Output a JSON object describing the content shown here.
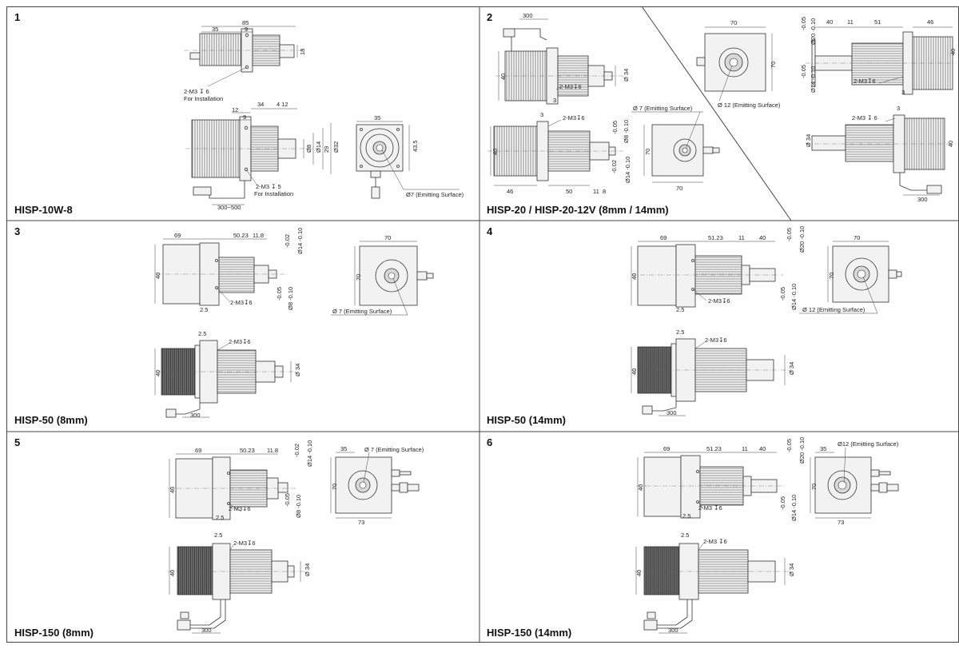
{
  "sheet": {
    "panels": [
      {
        "number": "1",
        "title": "HISP-10W-8"
      },
      {
        "number": "2",
        "title": "HISP-20 / HISP-20-12V  (8mm / 14mm)"
      },
      {
        "number": "3",
        "title": "HISP-50  (8mm)"
      },
      {
        "number": "4",
        "title": "HISP-50  (14mm)"
      },
      {
        "number": "5",
        "title": "HISP-150  (8mm)"
      },
      {
        "number": "6",
        "title": "HISP-150 (14mm)"
      }
    ]
  },
  "labels": {
    "p1": {
      "d85": "85",
      "d35": "35",
      "d9": "9",
      "d18": "18",
      "m3_6": "2-M3 ↧ 6",
      "for_inst": "For Installation",
      "d12": "12",
      "d9b": "9",
      "d34": "34",
      "d4_12": "4 12",
      "d8": "Ø8",
      "d14": "Ø14",
      "d29": "29",
      "d32": "Ø32",
      "m3_5": "2-M3 ↧ 5",
      "for_inst2": "For Installation",
      "cable": "300~500",
      "f35": "35",
      "f43_5": "43.5",
      "emit": "Ø7 (Emitting Surface)"
    },
    "p2": {
      "d300": "300",
      "d40": "40",
      "m3": "2-M3↧6",
      "d34": "Ø 34",
      "d3": "3",
      "b3": "3",
      "bm3": "2-M3↧6",
      "b40": "40",
      "b46": "46",
      "b50": "50",
      "b11": "11",
      "b8": "8",
      "t005": "-0.05",
      "d8": "Ø8 -0.10",
      "t002": "-0.02",
      "d14": "Ø14 -0.10",
      "emit7": "Ø 7 (Emitting Surface)",
      "f70a": "70",
      "f70b": "70",
      "rf70": "70",
      "rf70b": "70",
      "emit12": "Ø 12 (Emitting Surface)",
      "r40": "40",
      "r11": "11",
      "r51": "51",
      "r46": "46",
      "rt005": "-0.05",
      "rd20": "Ø20 -0.10",
      "rt005b": "-0.05",
      "rd14": "Ø14 -0.10",
      "r40b": "40",
      "rm3": "2-M3↧6",
      "r3": "3",
      "q3": "3",
      "qm3": "2-M3 ↧ 6",
      "q34": "Ø 34",
      "q40": "40",
      "q300": "300"
    },
    "p3": {
      "d69": "69",
      "d50": "50.23",
      "d11": "11.8",
      "t002": "-0.02",
      "d14": "Ø14 -0.10",
      "d40": "40",
      "m3": "2-M3↧6",
      "t005": "-0.05",
      "d8": "Ø8 -0.10",
      "d2_5": "2.5",
      "f70": "70",
      "f70b": "70",
      "emit": "Ø 7 (Emitting Surface)",
      "b2_5": "2.5",
      "bm3": "2-M3↧6",
      "b40": "40",
      "b34": "Ø 34",
      "b300": "300"
    },
    "p4": {
      "d69": "69",
      "d51": "51.23",
      "d11": "11",
      "d40w": "40",
      "t005": "-0.05",
      "d20": "Ø20 -0.10",
      "d40": "40",
      "m3": "2-M3↧6",
      "t005b": "-0.05",
      "d14": "Ø14 -0.10",
      "d2_5": "2.5",
      "f70": "70",
      "f70b": "70",
      "emit": "Ø 12 (Emitting Surface)",
      "b2_5": "2.5",
      "bm3": "2-M3↧6",
      "b40": "40",
      "b34": "Ø 34",
      "b300": "300"
    },
    "p5": {
      "d69": "69",
      "d50": "50.23",
      "d11": "11.8",
      "t002": "-0.02",
      "d14": "Ø14 -0.10",
      "d40": "40",
      "m3": "2-M3↧6",
      "t005": "-0.05",
      "d8": "Ø8 -0.10",
      "d2_5": "2.5",
      "f35": "35",
      "emit": "Ø 7 (Emitting Surface)",
      "f70": "70",
      "f73": "73",
      "b2_5": "2.5",
      "bm3": "2-M3↧6",
      "b40": "40",
      "b34": "Ø 34",
      "b300": "300"
    },
    "p6": {
      "d69": "69",
      "d51": "51.23",
      "d11": "11",
      "d40w": "40",
      "t005": "-0.05",
      "d20": "Ø20 -0.10",
      "d40": "40",
      "m3": "2-M3 ↧6",
      "t005b": "-0.05",
      "d14": "Ø14 -0.10",
      "d2_5": "2.5",
      "f35": "35",
      "emit": "Ø12 (Emitting Surface)",
      "f70": "70",
      "f73": "73",
      "b2_5": "2.5",
      "bm3": "2-M3 ↧6",
      "b40": "40",
      "b34": "Ø 34",
      "b300": "300"
    }
  }
}
